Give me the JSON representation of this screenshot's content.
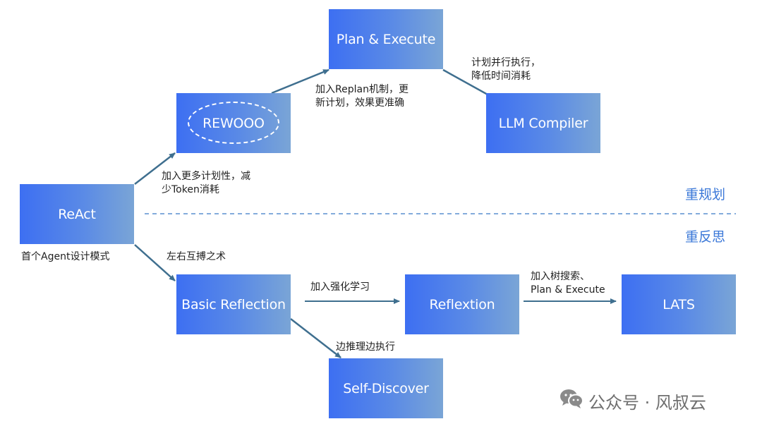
{
  "nodes": {
    "react": "ReAct",
    "rewooo": "REWOOO",
    "plan_execute": "Plan & Execute",
    "llm_compiler": "LLM Compiler",
    "basic_reflection": "Basic Reflection",
    "reflextion": "Reflextion",
    "lats": "LATS",
    "self_discover": "Self-Discover"
  },
  "notes": {
    "react_caption": "首个Agent设计模式",
    "to_rewooo": [
      "加入更多计划性，减",
      "少Token消耗"
    ],
    "to_plan": [
      "加入Replan机制，更",
      "新计划，效果更准确"
    ],
    "to_llm": [
      "计划并行执行，",
      "降低时间消耗"
    ],
    "to_basic": "左右互搏之术",
    "to_reflextion": "加入强化学习",
    "to_lats": [
      "加入树搜索、",
      "Plan & Execute"
    ],
    "to_self_discover": "边推理边执行"
  },
  "sections": {
    "replanning": "重规划",
    "reflection": "重反思"
  },
  "watermark": {
    "icon": "wechat-icon",
    "text": "公众号 · 风叔云"
  },
  "colors": {
    "node_start": "#3d6ff2",
    "node_end": "#7aa5d6",
    "arrow": "#3f6f8f",
    "section_label": "#3b78d8",
    "divider": "#5a8fd0"
  }
}
